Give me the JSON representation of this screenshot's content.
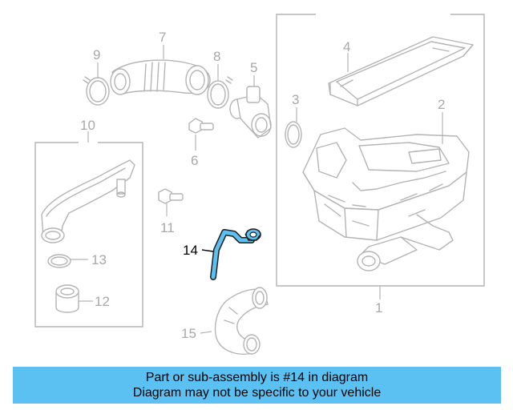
{
  "diagram": {
    "highlight_color": "#5bc1f2",
    "highlighted_part": "14",
    "labels": {
      "p1": "1",
      "p2": "2",
      "p3": "3",
      "p4": "4",
      "p5": "5",
      "p6": "6",
      "p7": "7",
      "p8": "8",
      "p9": "9",
      "p10": "10",
      "p11": "11",
      "p12": "12",
      "p13": "13",
      "p14": "14",
      "p15": "15"
    }
  },
  "banner": {
    "line1": "Part or sub-assembly is #14 in diagram",
    "line2": "Diagram may not be specific to your vehicle",
    "background": "#5bc1f2"
  }
}
